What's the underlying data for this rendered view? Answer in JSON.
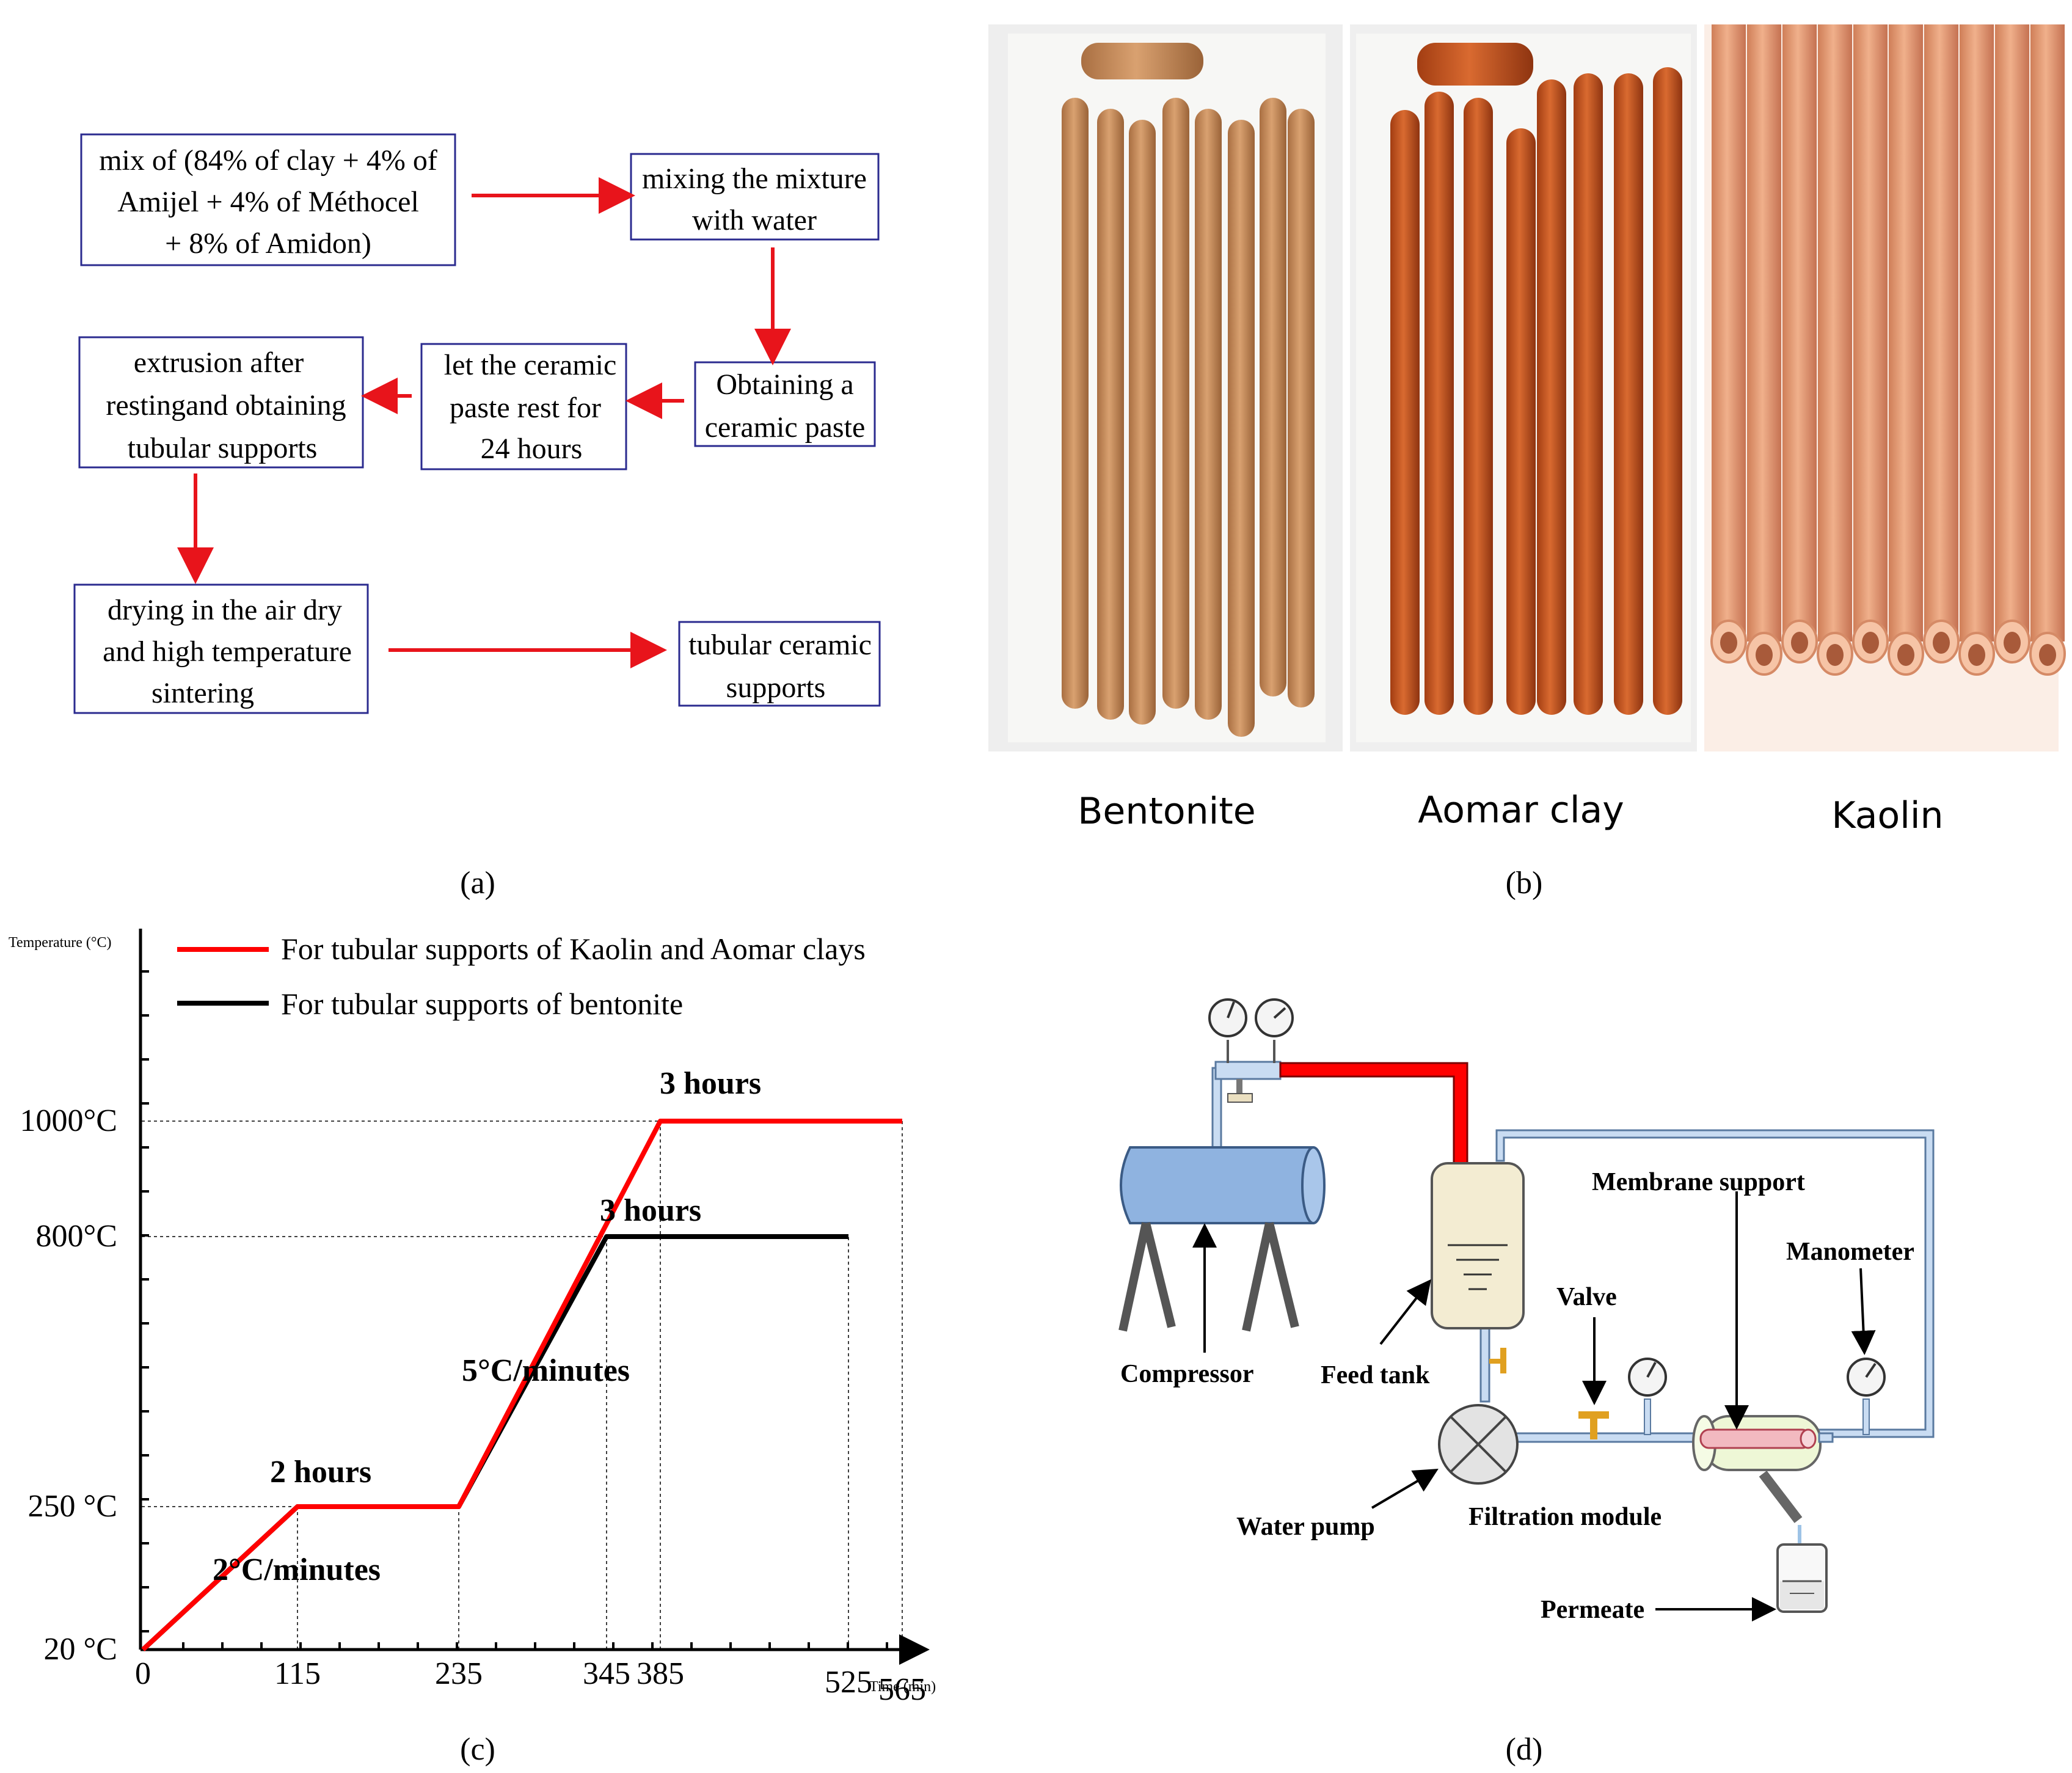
{
  "panel_a": {
    "caption": "(a)",
    "box1": [
      "mix of (84% of clay + 4% of",
      "Amijel + 4%  of Méthocel",
      "+ 8% of Amidon)"
    ],
    "box2": [
      "mixing the mixture",
      "with water"
    ],
    "box3": [
      "Obtaining a",
      "ceramic paste"
    ],
    "box4": [
      "let the ceramic",
      "paste rest for",
      "24 hours"
    ],
    "box5": [
      "extrusion after",
      "restingand obtaining",
      "tubular supports"
    ],
    "box6": [
      "drying in the air dry",
      "and high temperature",
      "sintering"
    ],
    "box7": [
      "tubular ceramic",
      "supports"
    ],
    "arrow_color": "#e8141b",
    "box_border_color": "#2b2b8f"
  },
  "panel_b": {
    "caption": "(b)",
    "labels": [
      "Bentonite",
      "Aomar clay",
      "Kaolin"
    ],
    "colors": {
      "bentonite": "#c98f5c",
      "aomar": "#c4521e",
      "kaolin": "#e7a17a"
    }
  },
  "panel_c": {
    "caption": "(c)",
    "ylabel": "Temperature (°C)",
    "xlabel": "Time (min)",
    "legend": [
      "For tubular supports of Kaolin and Aomar clays",
      "For tubular supports of bentonite"
    ],
    "y_tick_labels": [
      "1000°C",
      "800°C",
      "250 °C",
      "20 °C"
    ],
    "x_tick_labels": [
      "0",
      "115",
      "235",
      "345",
      "385",
      "525",
      "565"
    ],
    "annotations": [
      "3 hours",
      "3 hours",
      "5°C/minutes",
      "2 hours",
      "2°C/minutes"
    ]
  },
  "chart_data": {
    "type": "line",
    "xlabel": "Time (min)",
    "ylabel": "Temperature (°C)",
    "legend_position": "top-left",
    "series": [
      {
        "name": "For tubular supports of Kaolin and Aomar clays",
        "color": "#ff0000",
        "points": [
          [
            0,
            20
          ],
          [
            115,
            250
          ],
          [
            235,
            250
          ],
          [
            385,
            1000
          ],
          [
            565,
            1000
          ]
        ]
      },
      {
        "name": "For tubular supports of bentonite",
        "color": "#000000",
        "points": [
          [
            0,
            20
          ],
          [
            115,
            250
          ],
          [
            235,
            250
          ],
          [
            345,
            800
          ],
          [
            525,
            800
          ]
        ]
      }
    ]
  },
  "panel_d": {
    "caption": "(d)",
    "labels": {
      "compressor": "Compressor",
      "feed_tank": "Feed tank",
      "water_pump": "Water pump",
      "valve": "Valve",
      "membrane_support": "Membrane support",
      "manometer": "Manometer",
      "filtration_module": "Filtration module",
      "permeate": "Permeate"
    },
    "colors": {
      "compressor": "#8fb3e0",
      "hot_pipe": "#ff0000",
      "pipe": "#c9dcf2",
      "tank": "#f3ecd2",
      "module": "#eef7d6",
      "valve": "#e0a020"
    }
  }
}
